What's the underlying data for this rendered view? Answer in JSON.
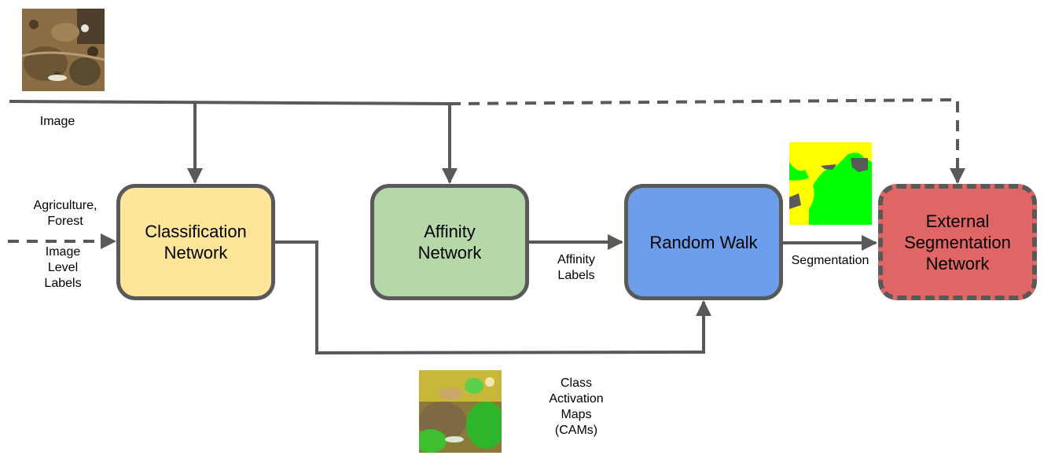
{
  "nodes": {
    "classification": {
      "label": "Classification\nNetwork",
      "color": "#ffe599"
    },
    "affinity": {
      "label": "Affinity\nNetwork",
      "color": "#b6d7a8"
    },
    "random_walk": {
      "label": "Random Walk",
      "color": "#6d9eeb"
    },
    "external": {
      "label": "External\nSegmentation\nNetwork",
      "color": "#e06666"
    }
  },
  "edge_labels": {
    "image": "Image",
    "agri_forest": "Agriculture,\nForest",
    "image_level_labels": "Image\nLevel\nLabels",
    "affinity_labels": "Affinity\nLabels",
    "segmentation": "Segmentation",
    "cams": "Class\nActivation\nMaps\n(CAMs)"
  },
  "colors": {
    "line": "#595959"
  }
}
